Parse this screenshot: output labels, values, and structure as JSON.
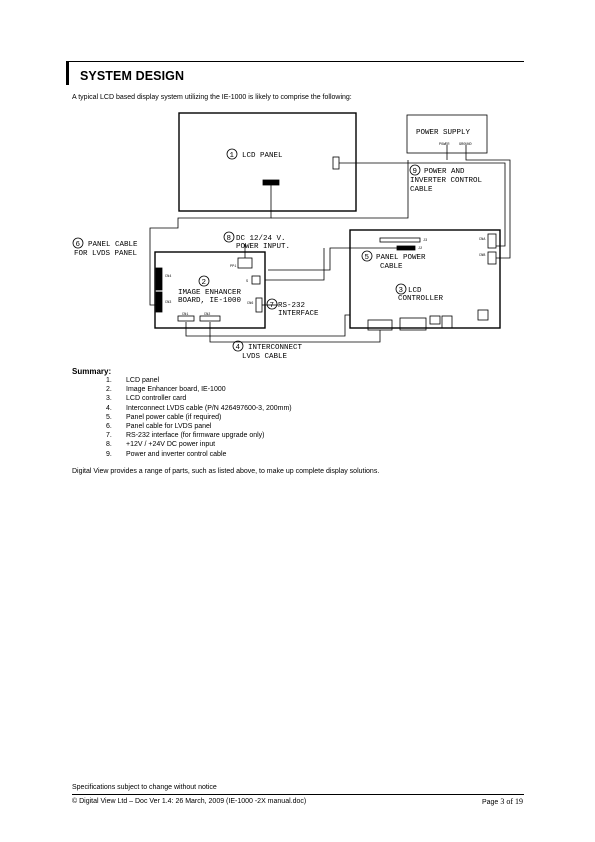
{
  "header": {
    "title": "SYSTEM DESIGN"
  },
  "intro": "A typical LCD based display system utilizing the IE-1000 is likely to comprise the following:",
  "diagram": {
    "lcd_panel_num": "1",
    "lcd_panel_label": "LCD PANEL",
    "ie_num": "2",
    "ie_label_1": "IMAGE ENHANCER",
    "ie_label_2": "BOARD, IE-1000",
    "ctrl_num": "3",
    "ctrl_label_1": "LCD",
    "ctrl_label_2": "CONTROLLER",
    "lvds_num": "4",
    "lvds_label_1": "INTERCONNECT",
    "lvds_label_2": "LVDS CABLE",
    "ppc_num": "5",
    "ppc_label_1": "PANEL POWER",
    "ppc_label_2": "CABLE",
    "pc_num": "6",
    "pc_label_1": "PANEL CABLE",
    "pc_label_2": "FOR LVDS PANEL",
    "rs_num": "7",
    "rs_label_1": "RS-232",
    "rs_label_2": "INTERFACE",
    "dc_num": "8",
    "dc_label_1": "DC 12/24 V.",
    "dc_label_2": "POWER INPUT.",
    "pic_num": "9",
    "pic_label_1": "POWER AND",
    "pic_label_2": "INVERTER CONTROL",
    "pic_label_3": "CABLE",
    "psu_label": "POWER SUPPLY",
    "psu_power": "POWER",
    "psu_ground": "GROUND",
    "conn_cn4": "CN4",
    "conn_cn3": "CN3",
    "conn_cn1": "CN1",
    "conn_cn2": "CN2",
    "conn_pp1": "PP1",
    "conn_s": "S",
    "conn_cn6": "CN6",
    "conn_j3": "J3",
    "conn_j2": "J2",
    "conn_cna": "CNA",
    "conn_cnb": "CNB"
  },
  "summary": {
    "title": "Summary:",
    "items": [
      {
        "num": "1.",
        "text": "LCD panel"
      },
      {
        "num": "2.",
        "text": "Image Enhancer board, IE-1000"
      },
      {
        "num": "3.",
        "text": "LCD controller card"
      },
      {
        "num": "4.",
        "text": "Interconnect LVDS cable (P/N 426497600-3, 200mm)"
      },
      {
        "num": "5.",
        "text": "Panel power cable (if required)"
      },
      {
        "num": "6.",
        "text": "Panel cable for LVDS panel"
      },
      {
        "num": "7.",
        "text": "RS-232 interface (for firmware upgrade only)"
      },
      {
        "num": "8.",
        "text": "+12V / +24V DC power input"
      },
      {
        "num": "9.",
        "text": "Power and inverter control cable"
      }
    ]
  },
  "outro": "Digital View provides a range of parts, such as listed above, to make up complete display solutions.",
  "footer": {
    "spec": "Specifications subject to change without notice",
    "copyright": "© Digital View Ltd – Doc Ver 1.4:  26 March, 2009 (IE-1000 -2X manual.doc)",
    "page_word": "Page",
    "page_num": "3",
    "of_word": "of",
    "page_total": "19"
  }
}
